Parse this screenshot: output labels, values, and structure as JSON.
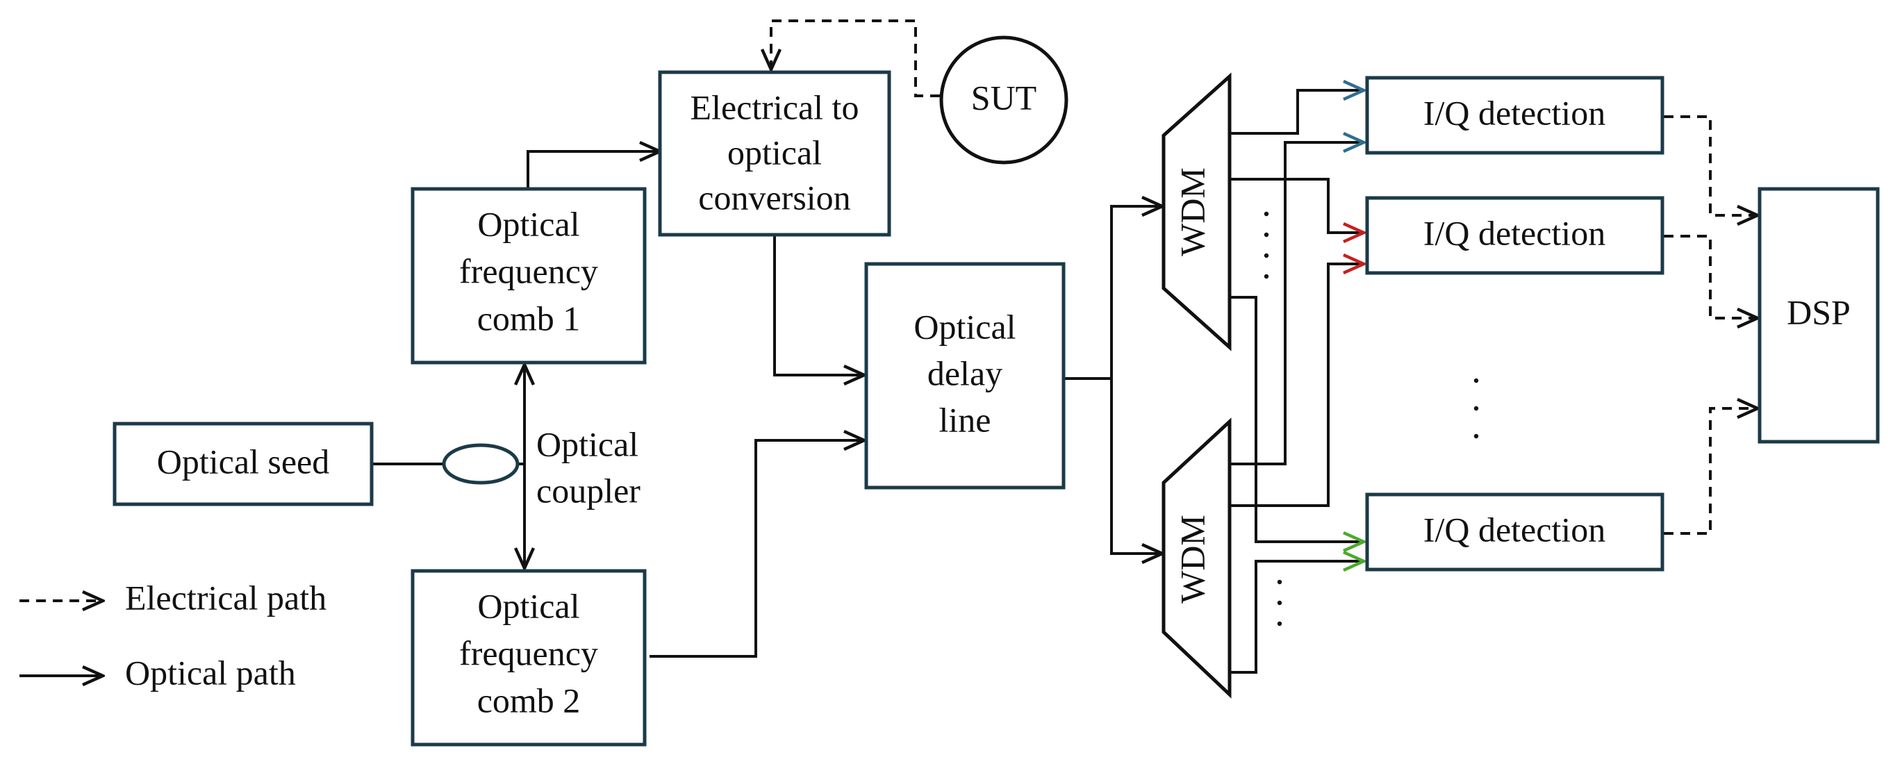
{
  "colors": {
    "box_border": "#1c3a48",
    "line": "#111111",
    "blue_path": "#2f6f8f",
    "red_path": "#c62020",
    "green_path": "#4caa2e"
  },
  "blocks": {
    "optical_seed": "Optical seed",
    "comb1": [
      "Optical",
      "frequency",
      "comb 1"
    ],
    "comb2": [
      "Optical",
      "frequency",
      "comb 2"
    ],
    "eo_conversion": [
      "Electrical to",
      "optical",
      "conversion"
    ],
    "sut": "SUT",
    "delay_line": [
      "Optical",
      "delay",
      "line"
    ],
    "wdm": "WDM",
    "iq_detection": "I/Q detection",
    "dsp": "DSP"
  },
  "labels": {
    "coupler": [
      "Optical",
      "coupler"
    ]
  },
  "legend": {
    "electrical": "Electrical path",
    "optical": "Optical path"
  }
}
